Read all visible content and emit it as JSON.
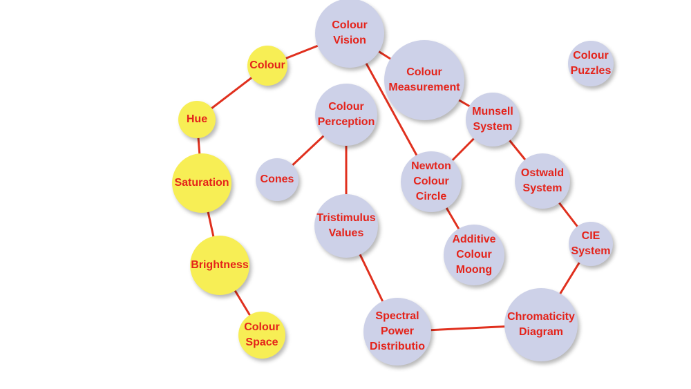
{
  "colors": {
    "text": "#e4231a",
    "edge": "#e0301e",
    "node_blue": "#cdd1e8",
    "node_yellow": "#f7ee55"
  },
  "nodes": {
    "colour_vision": {
      "label": "Colour\nVision",
      "fill": "blue"
    },
    "colour": {
      "label": "Colour",
      "fill": "yellow"
    },
    "colour_measurement": {
      "label": "Colour\nMeasurement",
      "fill": "blue"
    },
    "colour_puzzles": {
      "label": "Colour\nPuzzles",
      "fill": "blue"
    },
    "hue": {
      "label": "Hue",
      "fill": "yellow"
    },
    "colour_perception": {
      "label": "Colour\nPerception",
      "fill": "blue"
    },
    "munsell_system": {
      "label": "Munsell\nSystem",
      "fill": "blue"
    },
    "saturation": {
      "label": "Saturation",
      "fill": "yellow"
    },
    "cones": {
      "label": "Cones",
      "fill": "blue"
    },
    "newton_colour_circle": {
      "label": "Newton\nColour\nCircle",
      "fill": "blue"
    },
    "ostwald_system": {
      "label": "Ostwald\nSystem",
      "fill": "blue"
    },
    "tristimulus_values": {
      "label": "Tristimulus\nValues",
      "fill": "blue"
    },
    "cie_system": {
      "label": "CIE\nSystem",
      "fill": "blue"
    },
    "additive_colour_moong": {
      "label": "Additive\nColour\nMoong",
      "fill": "blue"
    },
    "brightness": {
      "label": "Brightness",
      "fill": "yellow"
    },
    "colour_space": {
      "label": "Colour\nSpace",
      "fill": "yellow"
    },
    "spectral_power_distributio": {
      "label": "Spectral\nPower\nDistributio",
      "fill": "blue"
    },
    "chromaticity_diagram": {
      "label": "Chromaticity\nDiagram",
      "fill": "blue"
    }
  },
  "edges": [
    [
      "colour",
      "colour_vision"
    ],
    [
      "colour",
      "hue"
    ],
    [
      "hue",
      "saturation"
    ],
    [
      "saturation",
      "brightness"
    ],
    [
      "brightness",
      "colour_space"
    ],
    [
      "colour_vision",
      "colour_measurement"
    ],
    [
      "colour_vision",
      "newton_colour_circle"
    ],
    [
      "colour_measurement",
      "munsell_system"
    ],
    [
      "munsell_system",
      "newton_colour_circle"
    ],
    [
      "munsell_system",
      "ostwald_system"
    ],
    [
      "ostwald_system",
      "cie_system"
    ],
    [
      "cie_system",
      "chromaticity_diagram"
    ],
    [
      "chromaticity_diagram",
      "spectral_power_distributio"
    ],
    [
      "spectral_power_distributio",
      "tristimulus_values"
    ],
    [
      "tristimulus_values",
      "colour_perception"
    ],
    [
      "colour_perception",
      "cones"
    ],
    [
      "newton_colour_circle",
      "additive_colour_moong"
    ]
  ]
}
